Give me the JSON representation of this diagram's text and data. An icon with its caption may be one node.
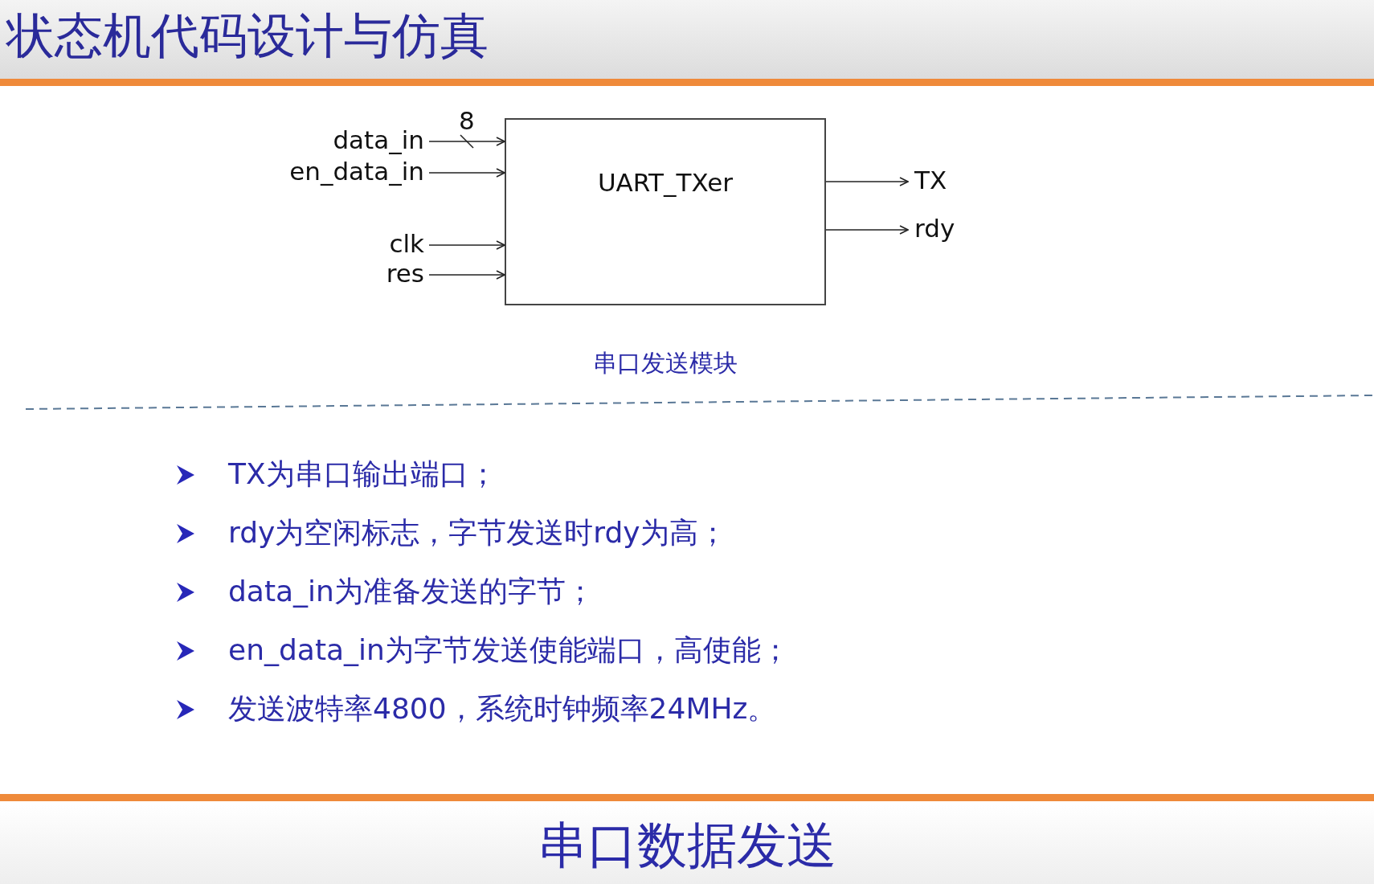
{
  "diagram": {
    "title": "状态机代码设计与仿真",
    "caption": "串口数据发送",
    "nodes": [
      {
        "text": [
          "UART_TXer"
        ],
        "beside": [
          "串口发送模块"
        ]
      },
      {
        "text": [
          "data_in"
        ]
      },
      {
        "text": [
          "en_data_in"
        ]
      },
      {
        "text": [
          "clk"
        ]
      },
      {
        "text": [
          "res"
        ]
      },
      {
        "text": [
          "TX"
        ]
      },
      {
        "text": [
          "rdy"
        ]
      }
    ],
    "edges": [
      {
        "from": 1,
        "to": 0,
        "arrow": "to",
        "label": "8"
      },
      {
        "from": 2,
        "to": 0,
        "arrow": "to"
      },
      {
        "from": 3,
        "to": 0,
        "arrow": "to"
      },
      {
        "from": 4,
        "to": 0,
        "arrow": "to"
      },
      {
        "from": 0,
        "to": 5,
        "arrow": "to"
      },
      {
        "from": 0,
        "to": 6,
        "arrow": "to"
      }
    ],
    "labels": [
      "TX为串口输出端口；",
      "rdy为空闲标志，字节发送时rdy为高；",
      "data_in为准备发送的字节；",
      "en_data_in为字节发送使能端口，高使能；",
      "发送波特率4800，系统时钟频率24MHz。"
    ]
  }
}
